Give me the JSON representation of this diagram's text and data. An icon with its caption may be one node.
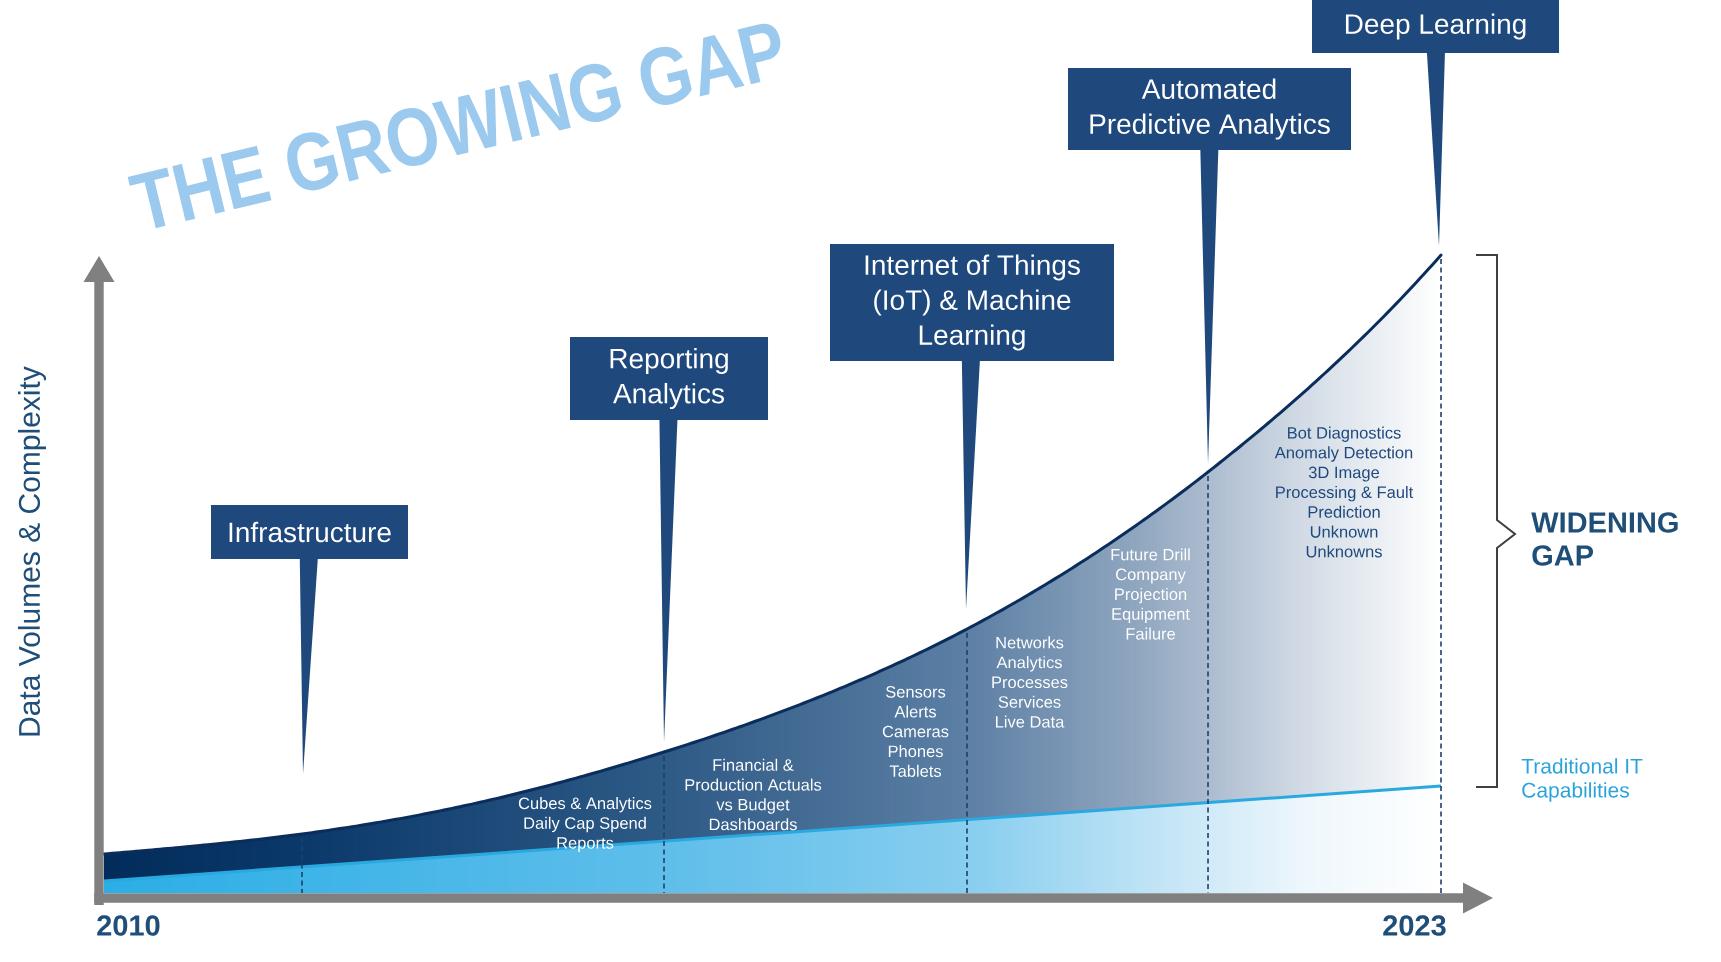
{
  "diagram": {
    "title": "THE GROWING GAP",
    "nodes": [
      {
        "text": [
          "Infrastructure"
        ]
      },
      {
        "text": [
          "Reporting Analytics"
        ]
      },
      {
        "text": [
          "Internet of Things (IoT) & Machine Learning"
        ]
      },
      {
        "text": [
          "Automated Predictive Analytics"
        ]
      },
      {
        "text": [
          "Deep Learning"
        ]
      }
    ],
    "labels": [
      "Data Volumes & Complexity",
      "Cubes & Analytics Daily Cap Spend Reports",
      "Financial & Production Actuals vs Budget Dashboards",
      "Sensors Alerts Cameras Phones Tablets",
      "Networks Analytics Processes Services Live Data",
      "Future Drill Company Projection Equipment Failure",
      "Bot Diagnostics Anomaly Detection 3D Image Processing & Fault Prediction Unknown Unknowns",
      "WIDENING GAP",
      "Traditional IT Capabilities",
      "2010",
      "2023"
    ]
  }
}
